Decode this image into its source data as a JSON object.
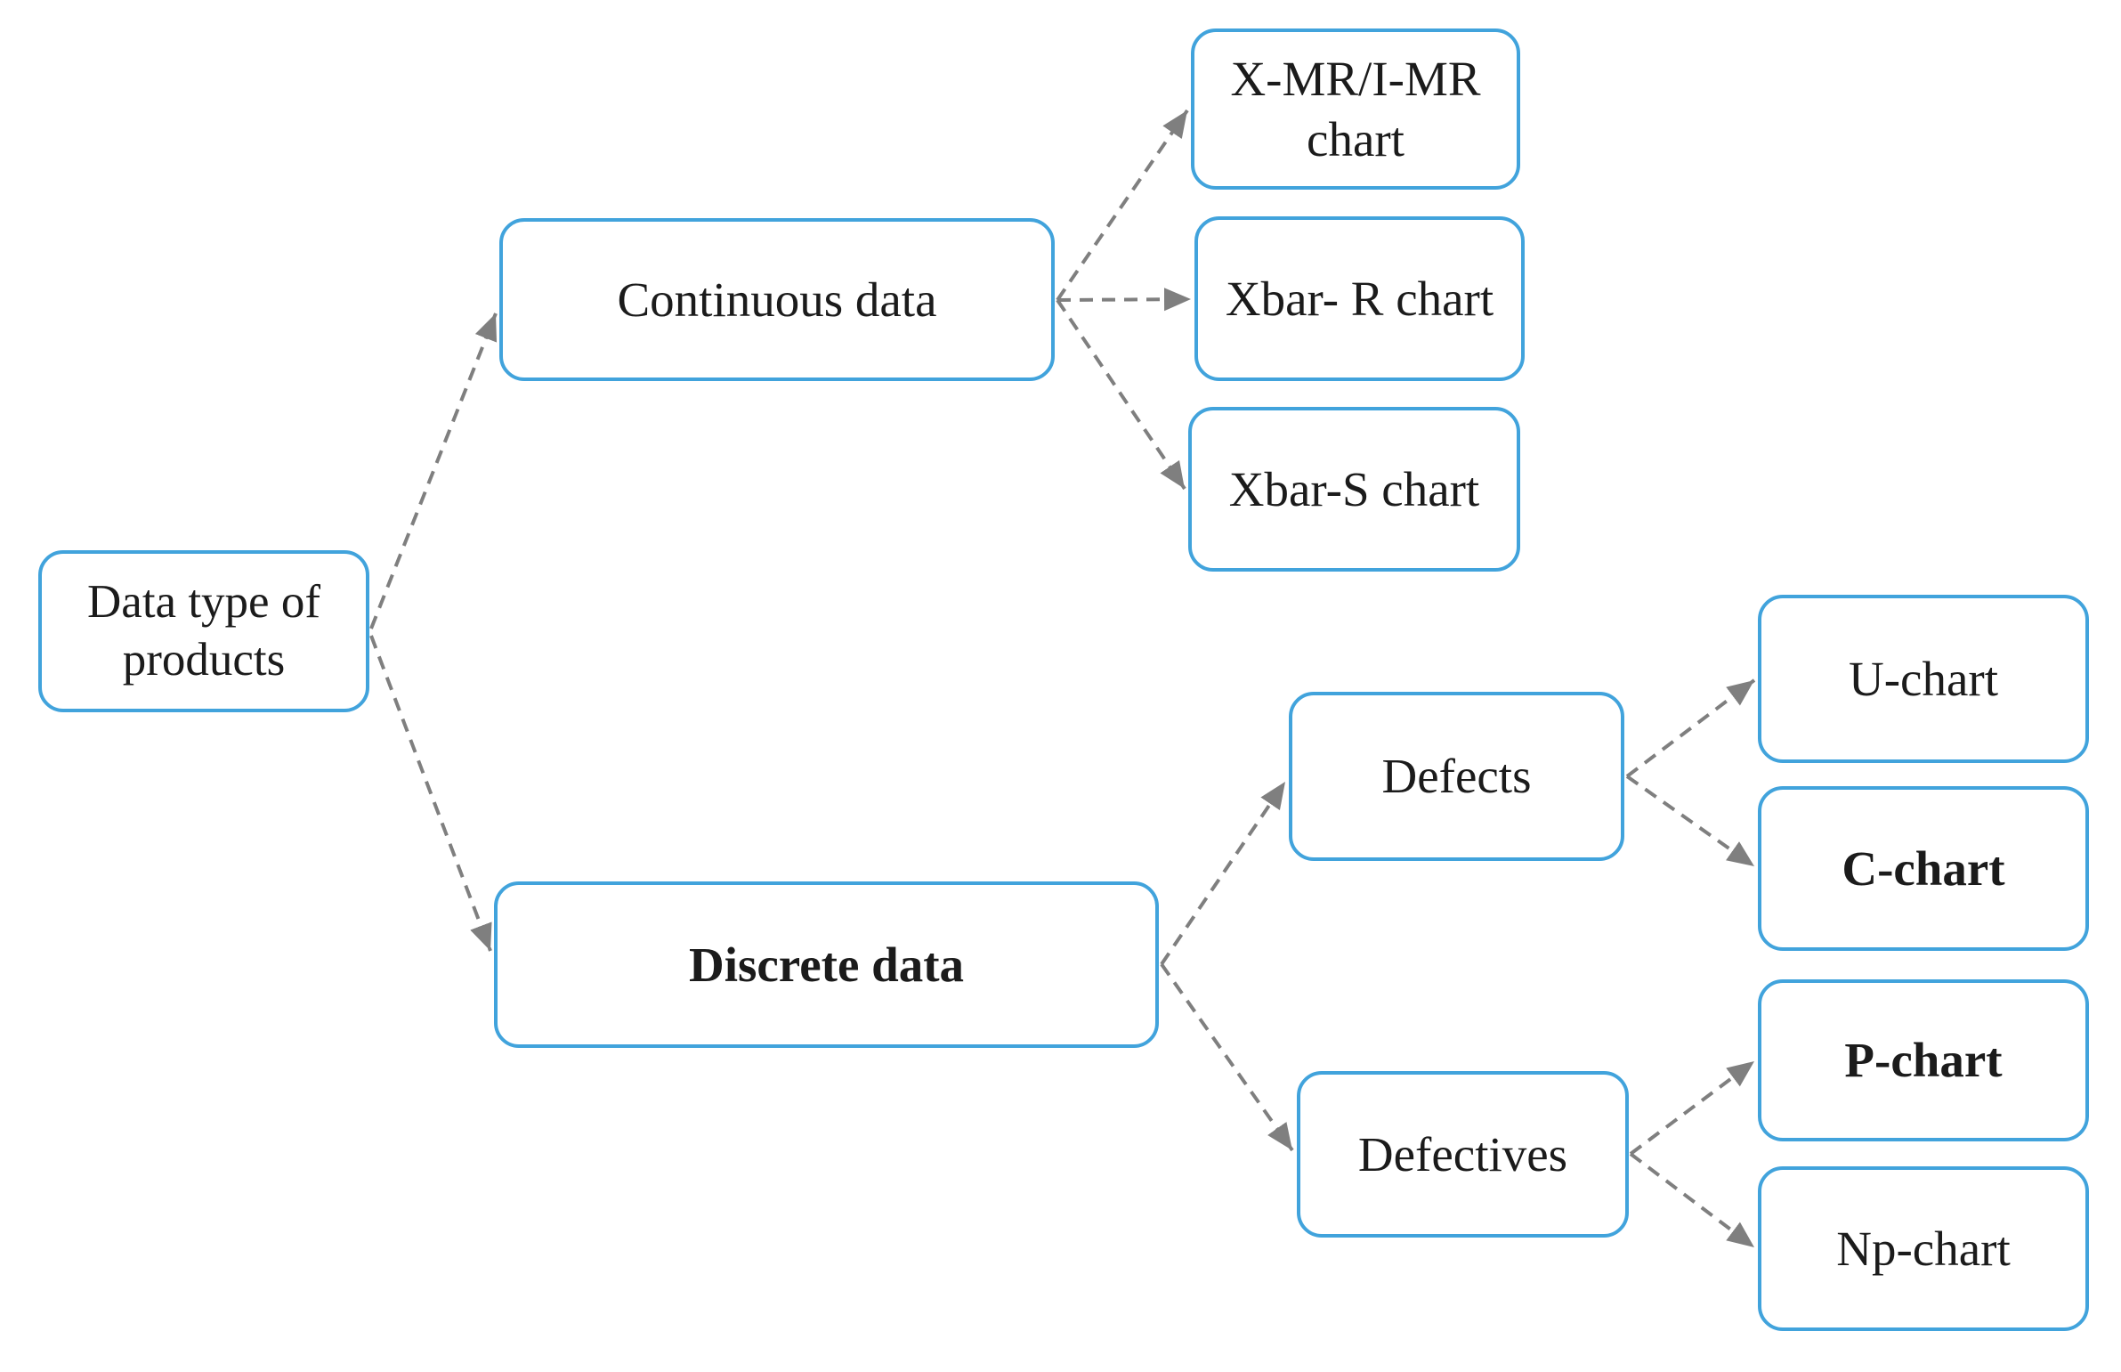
{
  "diagram": {
    "type": "decision-tree-flowchart",
    "topic": "Control chart selection by data type of products",
    "colors": {
      "box_border": "#41a3dc",
      "box_fill": "#ffffff",
      "connector": "#7f7f7f",
      "text": "#1b1b1b"
    },
    "connector_style": "dashed-arrow",
    "nodes": {
      "root": {
        "label": "Data type of products",
        "emphasis": "regular"
      },
      "continuous": {
        "label": "Continuous data",
        "emphasis": "regular"
      },
      "discrete": {
        "label": "Discrete data",
        "emphasis": "bold"
      },
      "xmr": {
        "label": "X-MR/I-MR chart",
        "emphasis": "regular"
      },
      "xbar_r": {
        "label": "Xbar- R chart",
        "emphasis": "regular"
      },
      "xbar_s": {
        "label": "Xbar-S chart",
        "emphasis": "regular"
      },
      "defects": {
        "label": "Defects",
        "emphasis": "regular"
      },
      "defectives": {
        "label": "Defectives",
        "emphasis": "regular"
      },
      "u_chart": {
        "label": "U-chart",
        "emphasis": "regular"
      },
      "c_chart": {
        "label": "C-chart",
        "emphasis": "bold"
      },
      "p_chart": {
        "label": "P-chart",
        "emphasis": "bold"
      },
      "np_chart": {
        "label": "Np-chart",
        "emphasis": "regular"
      }
    },
    "edges": [
      {
        "from": "root",
        "to": "continuous"
      },
      {
        "from": "root",
        "to": "discrete"
      },
      {
        "from": "continuous",
        "to": "xmr"
      },
      {
        "from": "continuous",
        "to": "xbar_r"
      },
      {
        "from": "continuous",
        "to": "xbar_s"
      },
      {
        "from": "discrete",
        "to": "defects"
      },
      {
        "from": "discrete",
        "to": "defectives"
      },
      {
        "from": "defects",
        "to": "u_chart"
      },
      {
        "from": "defects",
        "to": "c_chart"
      },
      {
        "from": "defectives",
        "to": "p_chart"
      },
      {
        "from": "defectives",
        "to": "np_chart"
      }
    ]
  }
}
